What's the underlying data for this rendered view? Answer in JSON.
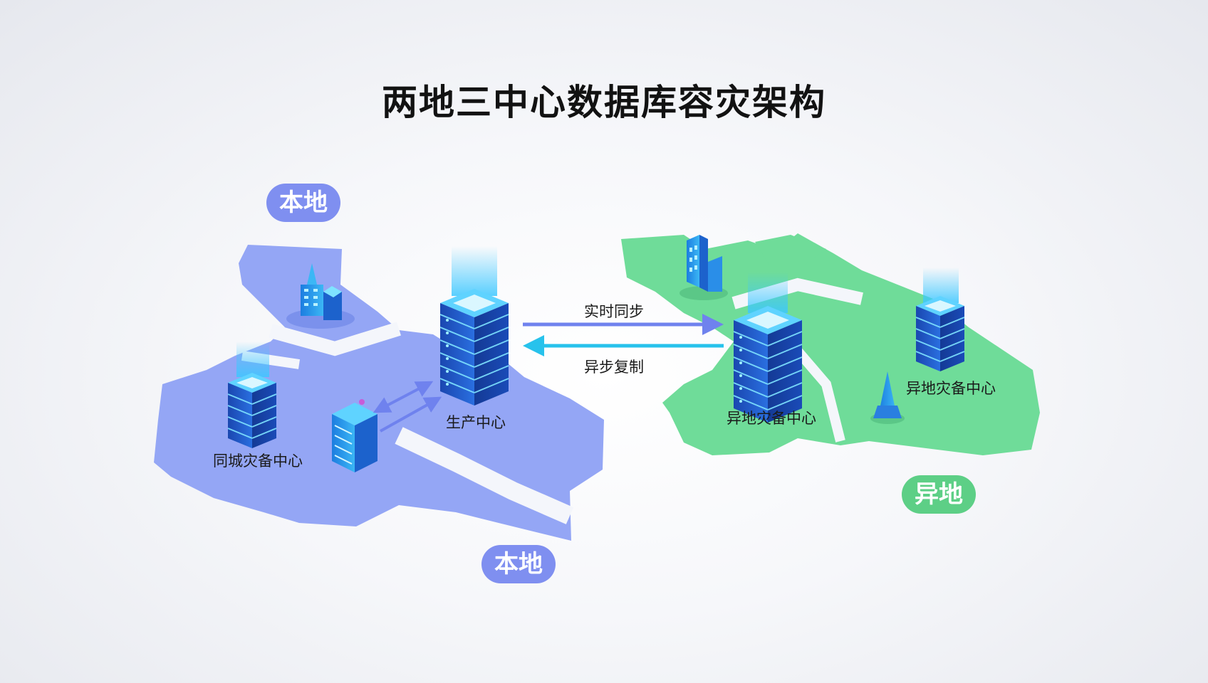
{
  "title": "两地三中心数据库容灾架构",
  "regions": {
    "local_top_badge": "本地",
    "local_bottom_badge": "本地",
    "remote_badge": "异地"
  },
  "nodes": {
    "production": "生产中心",
    "same_city_backup": "同城灾备中心",
    "remote_backup_main": "异地灾备中心",
    "remote_backup_secondary": "异地灾备中心"
  },
  "links": {
    "realtime_sync": "实时同步",
    "async_replication": "异步复制"
  },
  "colors": {
    "local_region": "#94a6f5",
    "remote_region": "#6fdc99",
    "local_badge": "#7f8ff0",
    "remote_badge": "#5dcf86",
    "sync_arrow": "#6f82ee",
    "async_arrow": "#27c2ec",
    "server_blue": "#1f56c8",
    "server_glow": "#3cc7ff"
  }
}
